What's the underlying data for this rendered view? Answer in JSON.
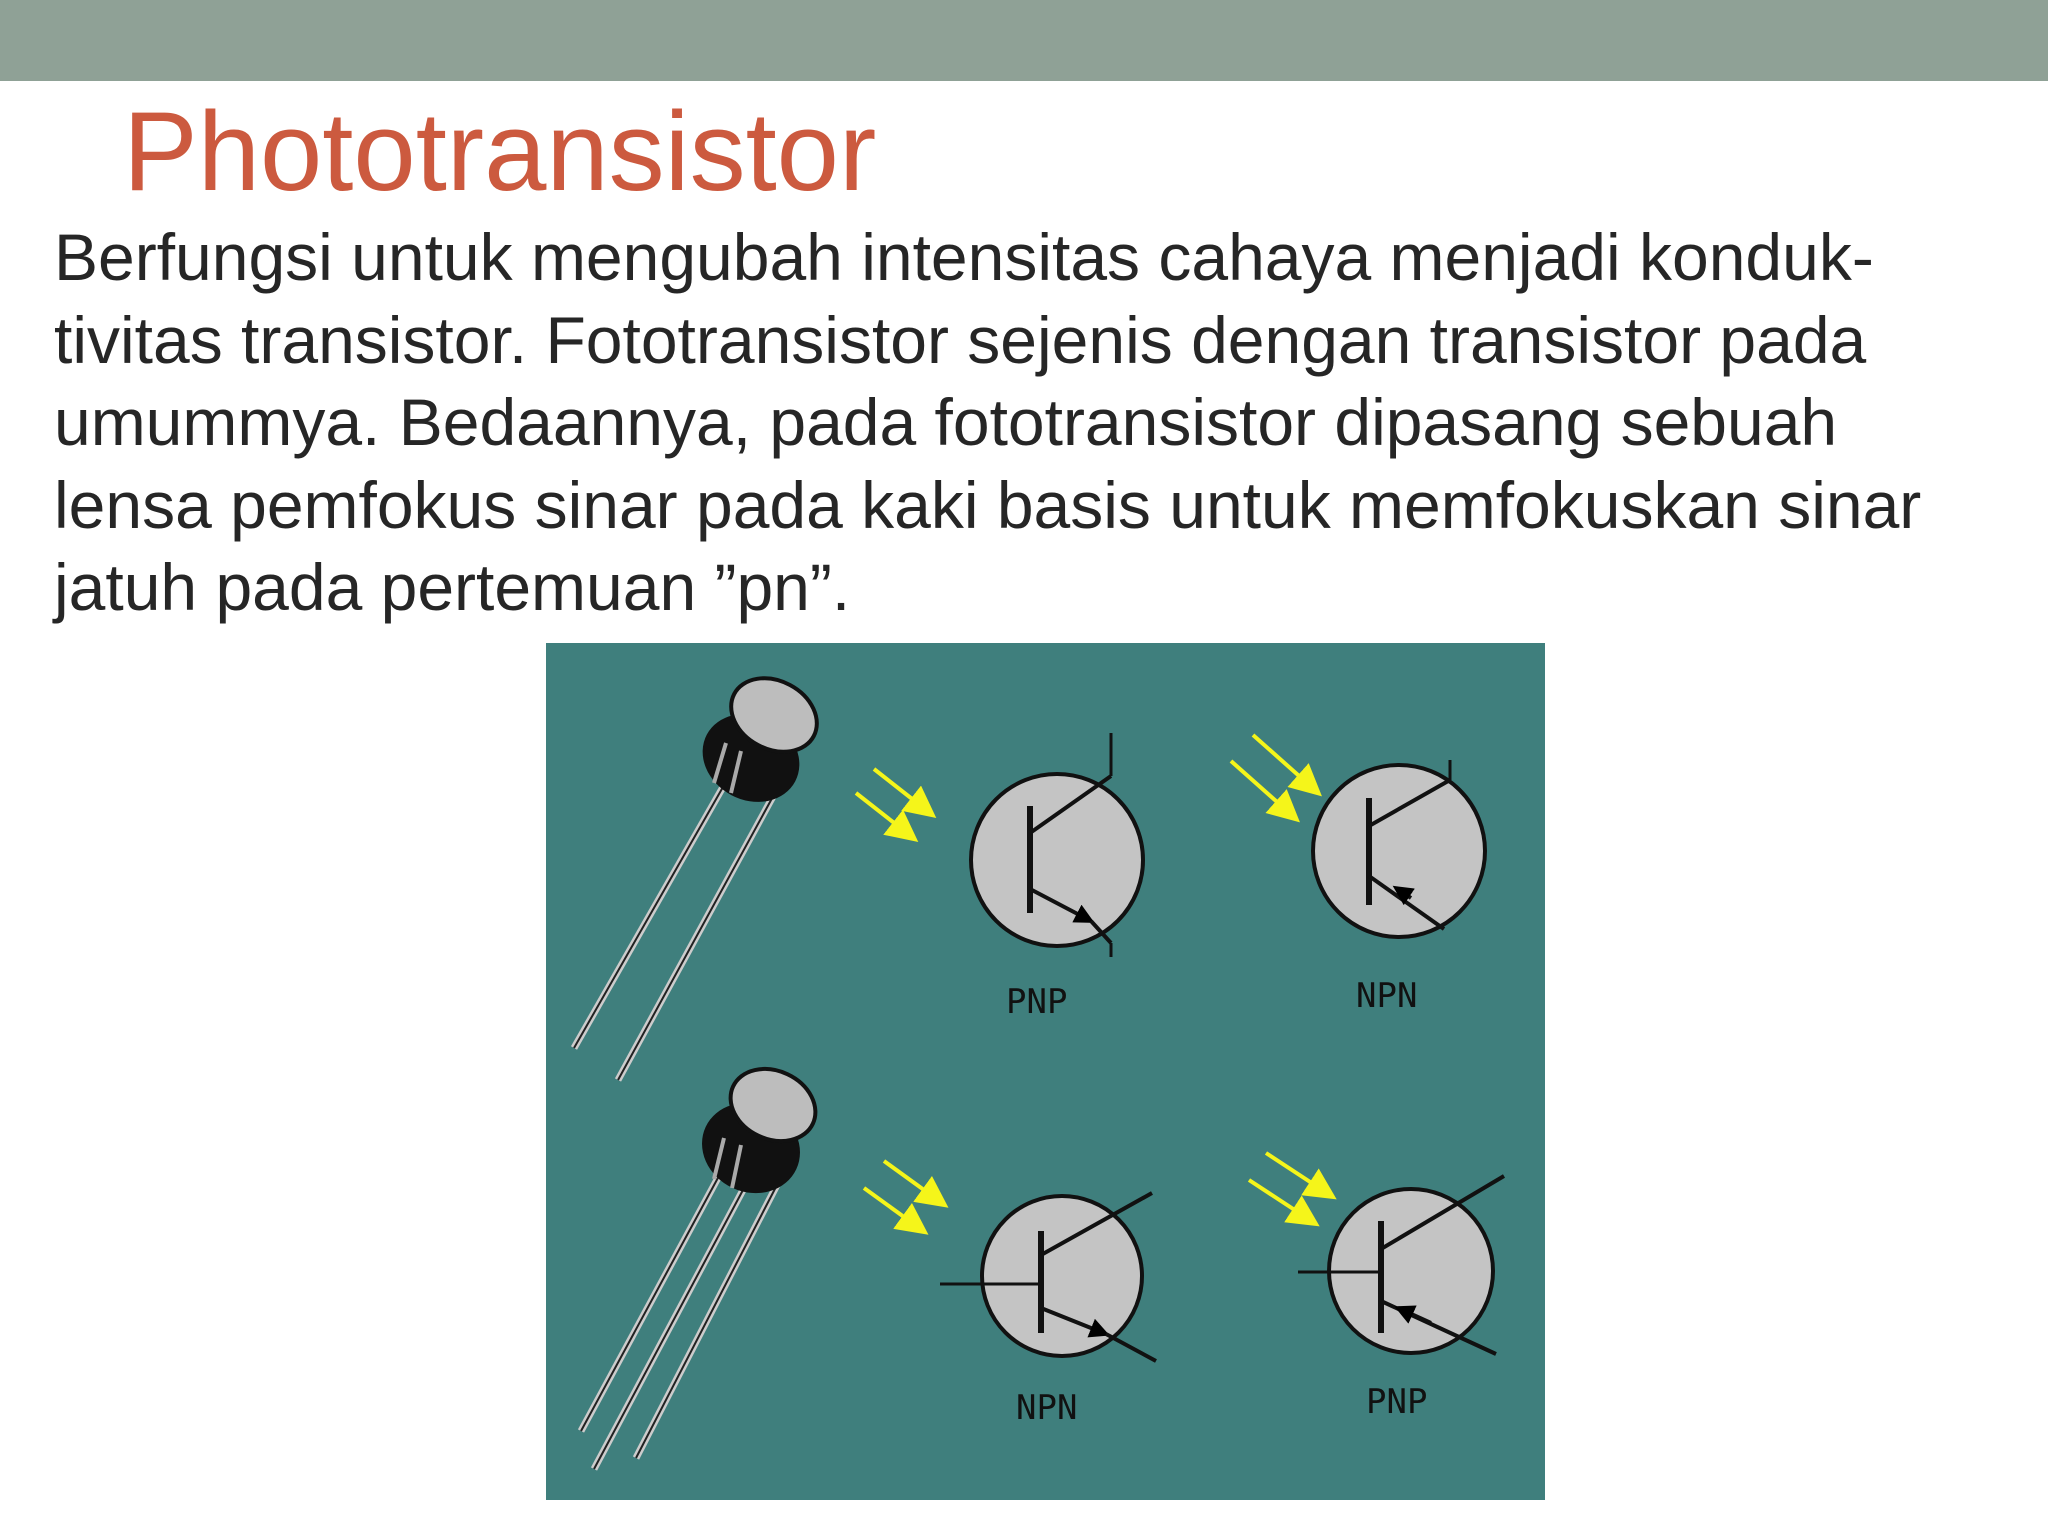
{
  "slide": {
    "title": "Phototransistor",
    "body_lines": [
      "Berfungsi untuk mengubah intensitas cahaya menjadi konduk-",
      "tivitas transistor. Fototransistor sejenis dengan transistor pada",
      "umummya. Bedaannya, pada fototransistor dipasang sebuah",
      "lensa pemfokus sinar pada kaki basis untuk memfokuskan sinar",
      "jatuh pada pertemuan ”pn”."
    ]
  },
  "figure": {
    "labels": {
      "top_left_symbol": "PNP",
      "top_right_symbol": "NPN",
      "bottom_left_symbol": "NPN",
      "bottom_right_symbol": "PNP"
    },
    "colors": {
      "background": "#3f7f7d",
      "symbol_fill": "#c4c4c4",
      "light_arrows": "#f5f51a",
      "title_accent": "#cc5a3f",
      "header_bar": "#8fa196"
    }
  }
}
